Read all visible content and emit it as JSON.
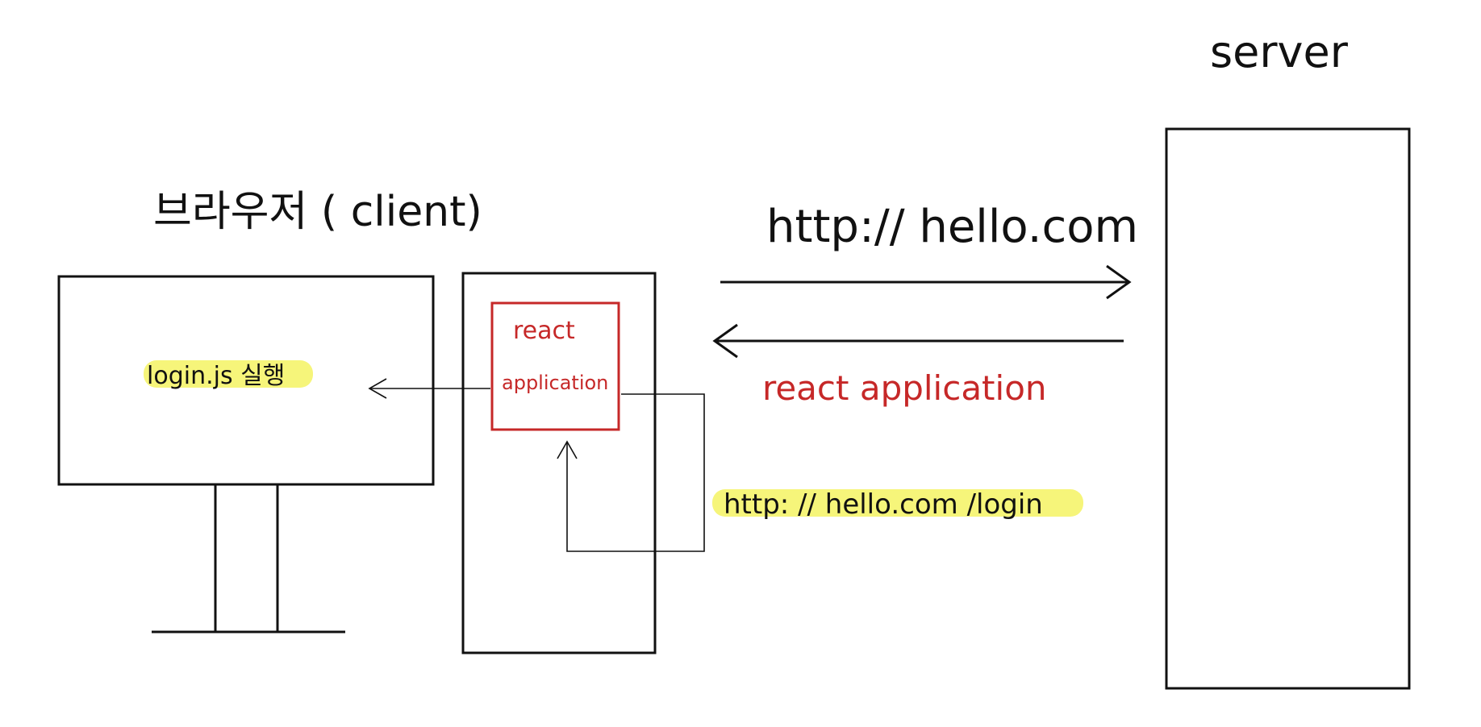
{
  "labels": {
    "server_title": "server",
    "client_title": "브라우저 ( client)",
    "request_url": "http:// hello.com",
    "response_label": "react application",
    "app_box_line1": "react",
    "app_box_line2": "application",
    "monitor_text": "login.js 실행",
    "route_url": "http: // hello.com /login"
  },
  "colors": {
    "ink": "#111111",
    "red": "#c62828",
    "highlight": "#f6f57a"
  }
}
